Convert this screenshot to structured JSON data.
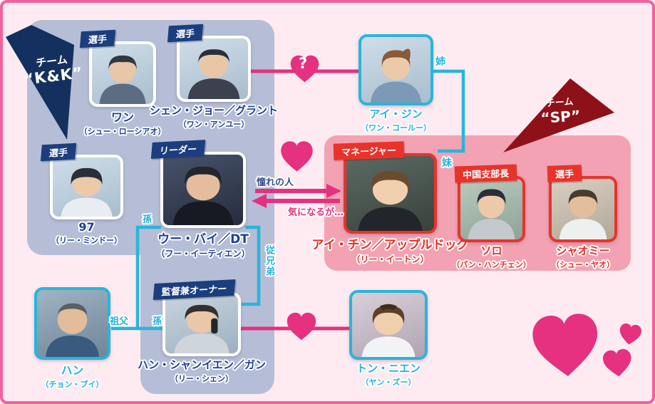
{
  "teams": {
    "kk": {
      "line1": "チーム",
      "line2": "“K&K”"
    },
    "sp": {
      "line1": "チーム",
      "line2": "“SP”"
    }
  },
  "people": {
    "wang": {
      "role": "選手",
      "name": "ワン",
      "actor": "（シュー・ローシアオ）"
    },
    "grant": {
      "role": "選手",
      "name": "シェン・ジョー／グラント",
      "actor": "（ワン・アンユー）"
    },
    "aijin": {
      "name": "アイ・ジン",
      "actor": "（ワン・コールー）"
    },
    "ninetyseven": {
      "role": "選手",
      "name": "97",
      "actor": "（リー・ミンドー）"
    },
    "wubai": {
      "role": "リーダー",
      "name": "ウー・バイ／DT",
      "actor": "（フー・イーティエン）"
    },
    "aiqing": {
      "role": "マネージャー",
      "name": "アイ・チン／アップルドッグ",
      "actor": "（リー・イートン）"
    },
    "solo": {
      "role": "中国支部長",
      "name": "ソロ",
      "actor": "（パン・ハンチェン）"
    },
    "xiaomi": {
      "role": "選手",
      "name": "シャオミー",
      "actor": "（シュー・ヤオ）"
    },
    "han": {
      "name": "ハン",
      "actor": "（チョン・ブイ）"
    },
    "hanshangyan": {
      "role": "監督兼オーナー",
      "name": "ハン・シャンイエン／ガン",
      "actor": "（リー・シェン）"
    },
    "tongnian": {
      "name": "トン・ニエン",
      "actor": "（ヤン・ズー）"
    }
  },
  "relations": {
    "question": "?",
    "ane": "姉",
    "imouto": "妹",
    "akogare": "憧れの人",
    "kininaru": "気になるが…",
    "sofu": "祖父",
    "mago_wubai": "孫",
    "mago_han": "孫",
    "itoko": "従兄弟"
  },
  "colors": {
    "background": "#fdebf1",
    "frame_pink": "#f2619c",
    "kk_box": "#b5bed6",
    "kk_flag_navy": "#14305f",
    "kk_badge_navy": "#1c3e7e",
    "kk_name_navy": "#1e3f94",
    "sp_box": "#f2a2b2",
    "sp_flag_darkred": "#8e1119",
    "sp_badge_red": "#e8332b",
    "sp_name_red": "#e42e26",
    "line_heart_pink": "#e5317f",
    "line_family_cyan": "#29b5da"
  }
}
